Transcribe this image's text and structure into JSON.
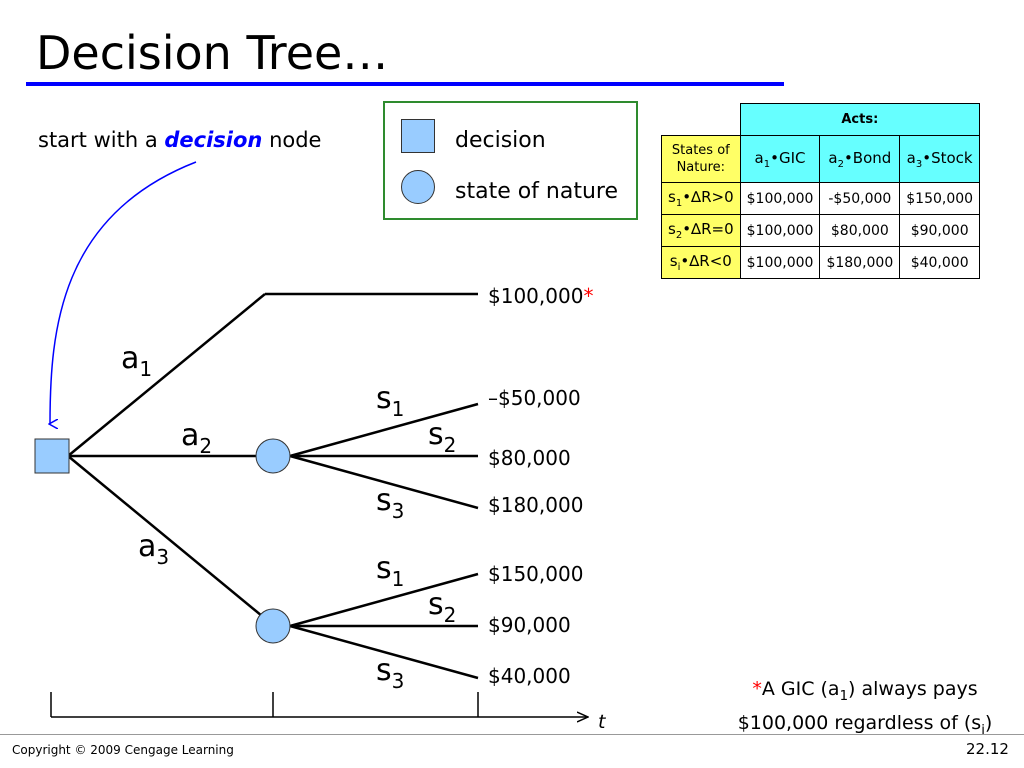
{
  "title": "Decision Tree…",
  "intro": {
    "prefix": "start with a",
    "keyword": "decision",
    "suffix": "node"
  },
  "legend": {
    "decision": "decision",
    "state_of_nature": "state of nature"
  },
  "payoff_table": {
    "header_acts": "Acts:",
    "states_header_line1": "States of",
    "states_header_line2": "Nature:",
    "acts": [
      {
        "base": "a",
        "sub": "1",
        "rest": "•GIC"
      },
      {
        "base": "a",
        "sub": "2",
        "rest": "•Bond"
      },
      {
        "base": "a",
        "sub": "3",
        "rest": "•Stock"
      }
    ],
    "rows": [
      {
        "state": {
          "base": "s",
          "sub": "1",
          "rest": "•∆R>0"
        },
        "values": [
          "$100,000",
          "-$50,000",
          "$150,000"
        ]
      },
      {
        "state": {
          "base": "s",
          "sub": "2",
          "rest": "•∆R=0"
        },
        "values": [
          "$100,000",
          "$80,000",
          "$90,000"
        ]
      },
      {
        "state": {
          "base": "s",
          "sub": "i",
          "rest": "•∆R<0"
        },
        "values": [
          "$100,000",
          "$180,000",
          "$40,000"
        ]
      }
    ]
  },
  "tree": {
    "acts": [
      {
        "base": "a",
        "sub": "1"
      },
      {
        "base": "a",
        "sub": "2"
      },
      {
        "base": "a",
        "sub": "3"
      }
    ],
    "states": [
      {
        "base": "s",
        "sub": "1"
      },
      {
        "base": "s",
        "sub": "2"
      },
      {
        "base": "s",
        "sub": "3"
      },
      {
        "base": "s",
        "sub": "1"
      },
      {
        "base": "s",
        "sub": "2"
      },
      {
        "base": "s",
        "sub": "3"
      }
    ],
    "payoffs": [
      "$100,000",
      "–$50,000",
      "$80,000",
      "$180,000",
      "$150,000",
      "$90,000",
      "$40,000"
    ],
    "payoff_star": "*",
    "time_axis_label": "t"
  },
  "footnote": {
    "star": "*",
    "line1_prefix": "A GIC (a",
    "line1_sub": "1",
    "line1_suffix": ") always pays",
    "line2_prefix": "$100,000 regardless of (s",
    "line2_sub": "i",
    "line2_suffix": ")"
  },
  "footer": {
    "copyright": "Copyright © 2009 Cengage Learning",
    "slide_number": "22.12"
  },
  "colors": {
    "accent": "#0000ff",
    "node_fill": "#99ccff",
    "table_header_cyan": "#66ffff",
    "table_header_yellow": "#ffff66",
    "legend_border": "#2e8b2e",
    "star": "#ff0000"
  }
}
